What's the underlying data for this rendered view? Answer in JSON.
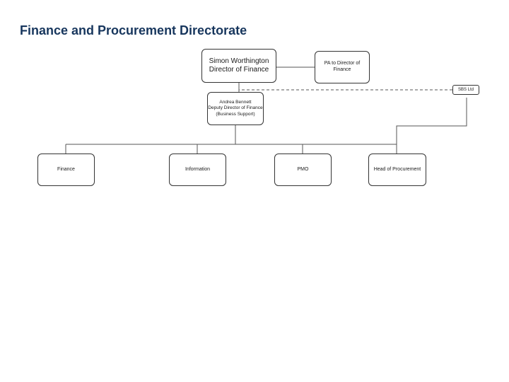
{
  "title": "Finance and Procurement Directorate",
  "nodes": {
    "director": {
      "name": "Simon Worthington",
      "role": "Director of Finance"
    },
    "pa": {
      "label": "PA to Director of Finance"
    },
    "sbs": {
      "label": "SBS Ltd"
    },
    "deputy": {
      "name": "Andrea Bennett",
      "role": "Deputy Director of Finance (Business Support)"
    },
    "finance": {
      "label": "Finance"
    },
    "information": {
      "label": "Information"
    },
    "pmo": {
      "label": "PMO"
    },
    "procurement": {
      "label": "Head of Procurement"
    }
  },
  "colors": {
    "title": "#17365d",
    "border": "#333333",
    "line": "#555555"
  }
}
